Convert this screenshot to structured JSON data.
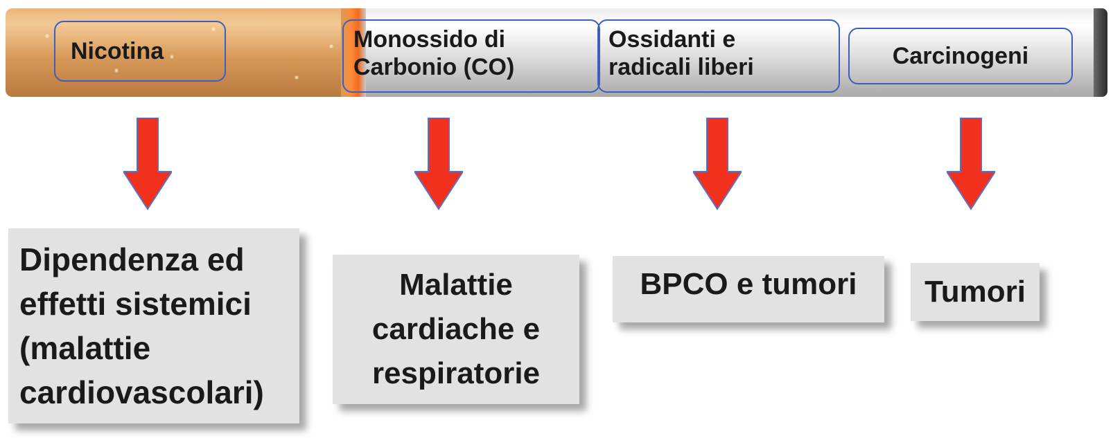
{
  "components": [
    {
      "label": "Nicotina"
    },
    {
      "label_line1": "Monossido di",
      "label_line2": "Carbonio (CO)"
    },
    {
      "label_line1": "Ossidanti e",
      "label_line2": "radicali liberi"
    },
    {
      "label": "Carcinogeni"
    }
  ],
  "effects": [
    {
      "lines": [
        "Dipendenza ed",
        "effetti sistemici",
        "(malattie",
        "cardiovascolari)"
      ]
    },
    {
      "lines": [
        "Malattie",
        "cardiache e",
        "respiratorie"
      ]
    },
    {
      "lines": [
        "BPCO e tumori"
      ]
    },
    {
      "lines": [
        "Tumori"
      ]
    }
  ],
  "colors": {
    "arrow": "#f2311c",
    "box_border": "#3b5fc0",
    "result_bg": "#e2e2e2"
  }
}
